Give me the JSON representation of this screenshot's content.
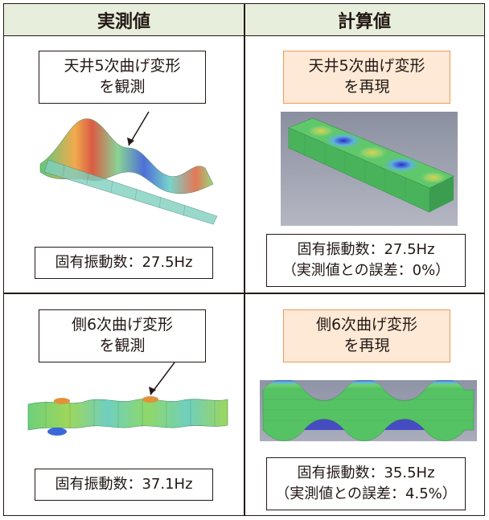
{
  "header": {
    "measured": "実測値",
    "calculated": "計算値"
  },
  "rows": [
    {
      "measured": {
        "callout_lines": [
          "天井5次曲げ変形",
          "を観測"
        ],
        "result_lines": [
          "固有振動数：27.5Hz"
        ]
      },
      "calculated": {
        "callout_lines": [
          "天井5次曲げ変形",
          "を再現"
        ],
        "result_lines": [
          "固有振動数：27.5Hz",
          "（実測値との誤差：0%）"
        ]
      }
    },
    {
      "measured": {
        "callout_lines": [
          "側6次曲げ変形",
          "を観測"
        ],
        "result_lines": [
          "固有振動数：37.1Hz"
        ]
      },
      "calculated": {
        "callout_lines": [
          "側6次曲げ変形",
          "を再現"
        ],
        "result_lines": [
          "固有振動数：35.5Hz",
          "（実測値との誤差：4.5%）"
        ]
      }
    }
  ],
  "colors": {
    "header_bg": "#e7eedb",
    "calc_callout_bg": "#fde9d5",
    "calc_callout_border": "#ef9a57",
    "line": "#231815"
  }
}
